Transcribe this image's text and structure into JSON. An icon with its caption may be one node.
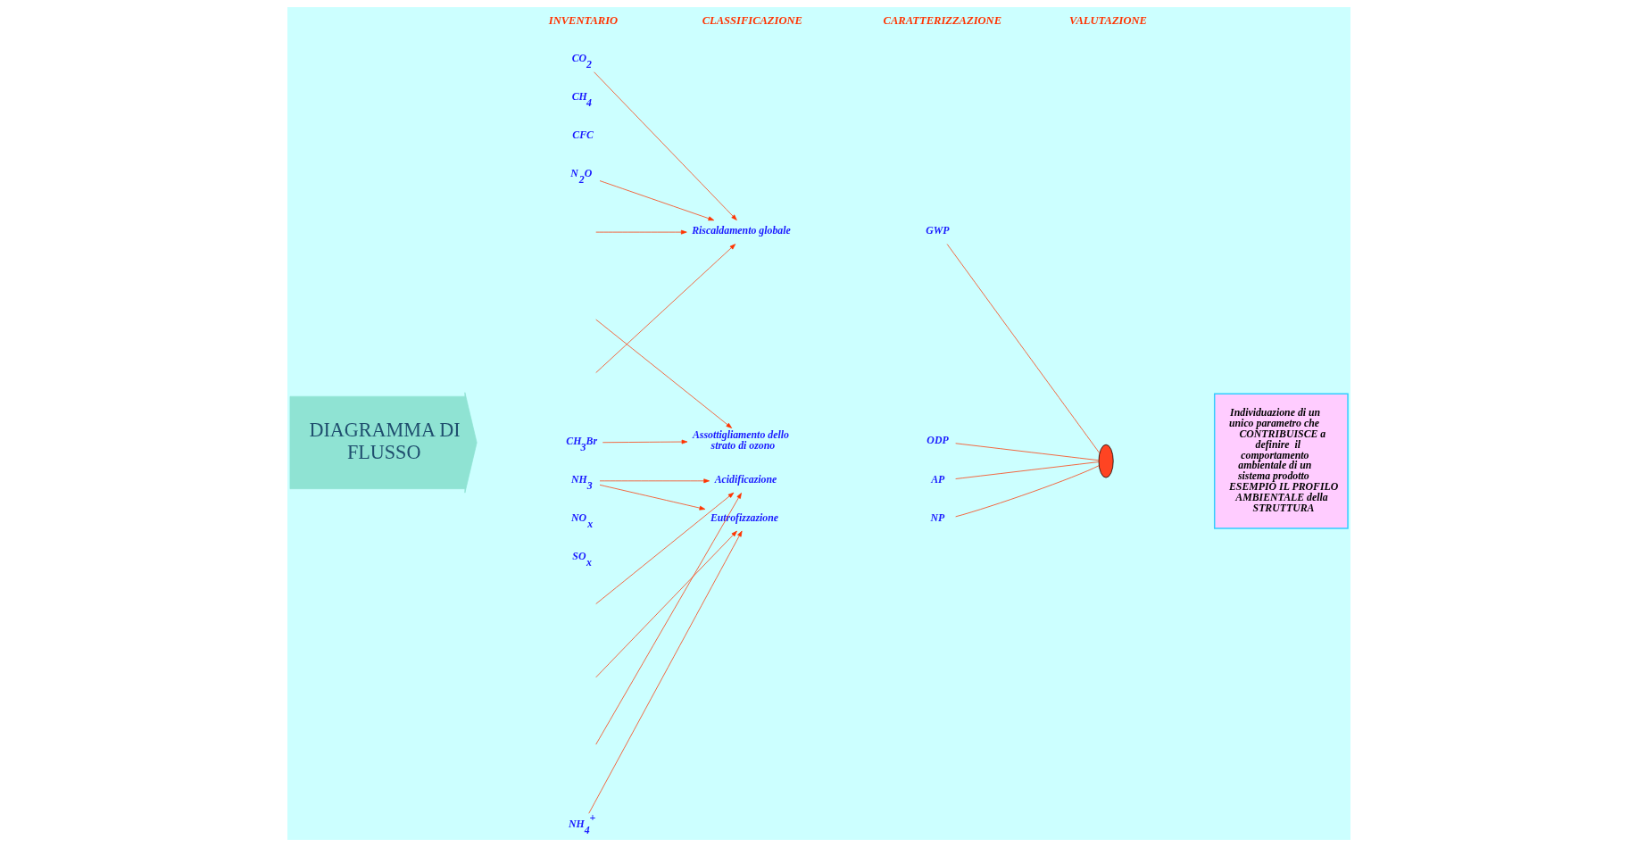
{
  "diagram": {
    "nodes": [
      {
        "text": [
          "DIAGRAMMA DI FLUSSO"
        ]
      },
      {
        "text": [
          "CO$_{2}$"
        ]
      },
      {
        "text": [
          "CH$_{4}$"
        ]
      },
      {
        "text": [
          "CFC"
        ]
      },
      {
        "text": [
          "N$_{2}$O"
        ]
      },
      {
        "text": [
          "Riscaldamento globale"
        ]
      },
      {
        "text": [
          "GWP"
        ]
      },
      {
        "text": [
          "CH$_{3}$Br"
        ]
      },
      {
        "text": [
          "Assottigliamento dello strato di ozono"
        ]
      },
      {
        "text": [
          "ODP"
        ]
      },
      {
        "text": [
          "NH$_{3}$"
        ]
      },
      {
        "text": [
          "NO$_{x}$"
        ]
      },
      {
        "text": [
          "SO$_{x}$"
        ]
      },
      {
        "text": [
          "Acidificazione"
        ]
      },
      {
        "text": [
          "AP"
        ]
      },
      {
        "text": [
          "NH$_{4}$$^{+}$"
        ]
      },
      {
        "text": [
          "Eutrofizzazione"
        ]
      },
      {
        "text": [
          "NP"
        ]
      },
      {
        "text": [],
        "shape": "ellipse"
      },
      {
        "text": [
          "Individuazione di un unico parametro che CONTRIBUISCE a definire  il comportamento ambientale di un sistema prodotto ESEMPIO IL PROFILO AMBIENTALE della STRUTTURA"
        ]
      }
    ],
    "edges": [
      {
        "from": 1,
        "to": 5,
        "arrow": "to"
      },
      {
        "from": 4,
        "to": 5,
        "arrow": "to"
      },
      {
        "from": null,
        "to": 5,
        "arrow": "to"
      },
      {
        "from": null,
        "to": 8,
        "arrow": "to"
      },
      {
        "from": null,
        "to": 5,
        "arrow": "to"
      },
      {
        "from": 7,
        "to": 8,
        "arrow": "to"
      },
      {
        "from": 10,
        "to": 13,
        "arrow": "to"
      },
      {
        "from": 10,
        "to": 16,
        "arrow": "to"
      },
      {
        "from": null,
        "to": 13,
        "arrow": "to"
      },
      {
        "from": null,
        "to": 16,
        "arrow": "to"
      },
      {
        "from": null,
        "to": 13,
        "arrow": "to"
      },
      {
        "from": 15,
        "to": 16,
        "arrow": "to"
      },
      {
        "from": 6,
        "to": 18,
        "arrow": "none"
      },
      {
        "from": 9,
        "to": 18,
        "arrow": "none"
      },
      {
        "from": 14,
        "to": 18,
        "arrow": "none"
      },
      {
        "from": 17,
        "to": 18,
        "arrow": "none"
      }
    ],
    "labels": [
      "INVENTARIO",
      "CLASSIFICAZIONE",
      "CARATTERIZZAZIONE",
      "VALUTAZIONE"
    ]
  }
}
